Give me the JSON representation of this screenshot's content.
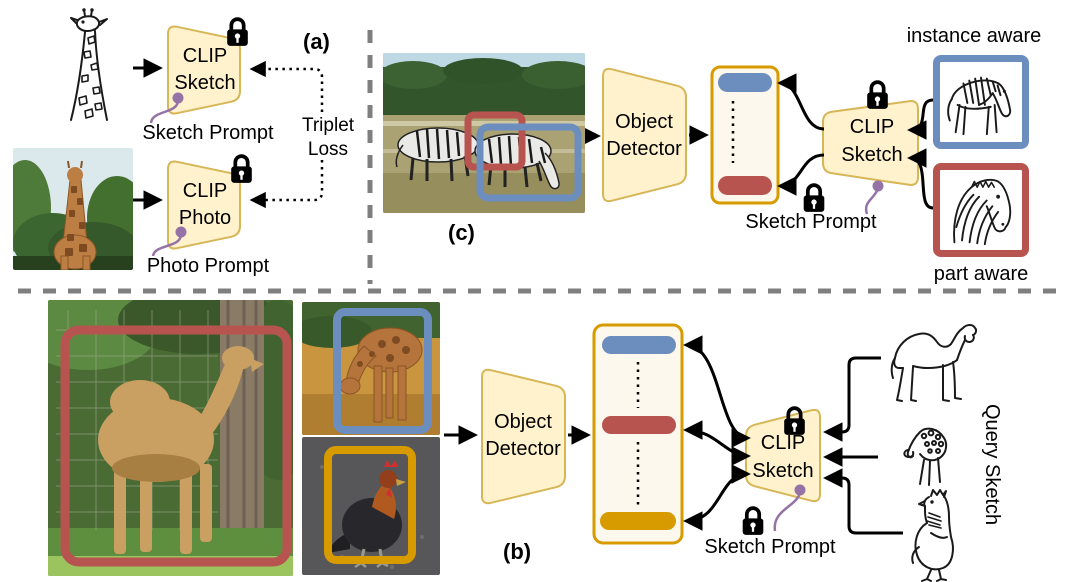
{
  "panel_a": {
    "label": "(a)",
    "clip_sketch_block": "CLIP\nSketch",
    "clip_photo_block": "CLIP\nPhoto",
    "sketch_prompt": "Sketch Prompt",
    "photo_prompt": "Photo Prompt",
    "triplet_loss": "Triplet\nLoss"
  },
  "panel_c": {
    "label": "(c)",
    "object_detector_block": "Object\nDetector",
    "clip_sketch_block": "CLIP\nSketch",
    "sketch_prompt": "Sketch Prompt",
    "instance_aware": "instance aware",
    "part_aware": "part aware"
  },
  "panel_b": {
    "label": "(b)",
    "object_detector_block": "Object\nDetector",
    "clip_sketch_block": "CLIP\nSketch",
    "sketch_prompt": "Sketch Prompt",
    "query_sketch": "Query Sketch"
  },
  "icons": {
    "lock": "padlock (frozen weights)",
    "prompt_node": "purple prompt connector dot"
  },
  "colors": {
    "block_fill": "#FFF2CC",
    "block_stroke": "#D6B656",
    "column_fill": "#FDF8ED",
    "column_stroke": "#D79B00",
    "pill_blue": "#6C8EBF",
    "pill_red": "#B85450",
    "pill_yellow": "#D79B00",
    "box_blue": "#6C8EBF",
    "box_red": "#B85450",
    "box_yellow": "#D79B00",
    "prompt_purple": "#9673A6",
    "divider_gray": "#7F7F7F",
    "arrow_black": "#000000",
    "sketch_stroke": "#1A1A1A"
  }
}
